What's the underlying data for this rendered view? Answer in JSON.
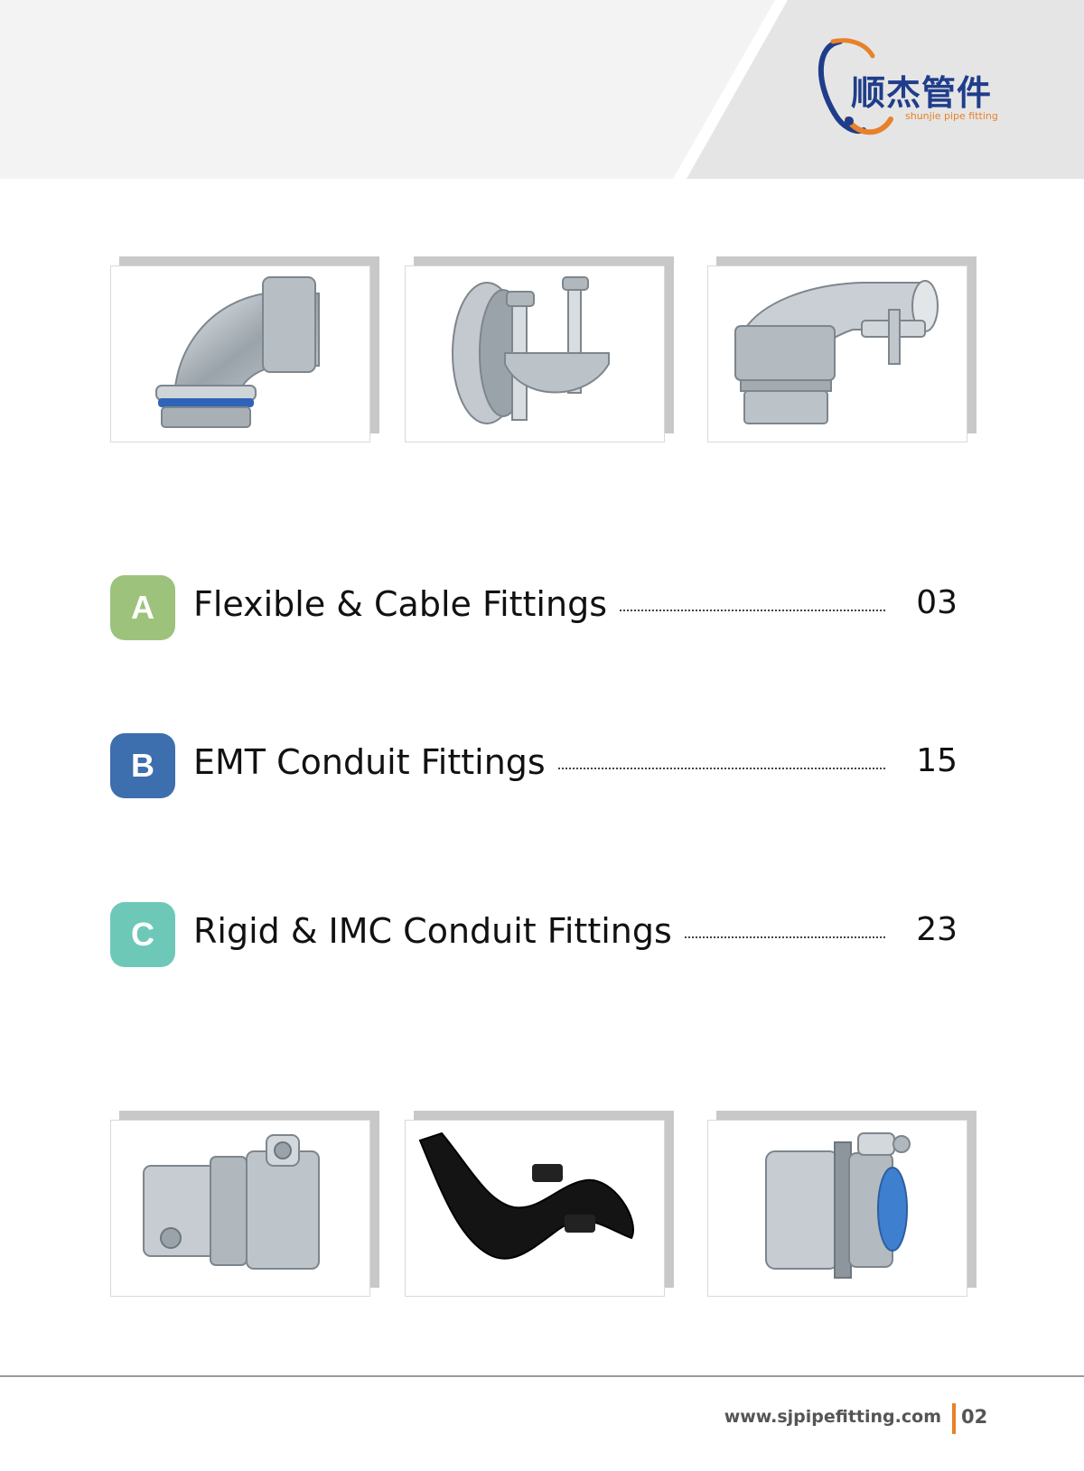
{
  "brand": {
    "name_cn": "顺杰管件",
    "name_en": "shunjie pipe fitting",
    "colors": {
      "blue": "#1f3d8a",
      "orange": "#e8812a"
    }
  },
  "toc": [
    {
      "letter": "A",
      "title": "Flexible & Cable Fittings",
      "page": "03",
      "color": "#9cc27c"
    },
    {
      "letter": "B",
      "title": "EMT Conduit Fittings",
      "page": "15",
      "color": "#3d6eae"
    },
    {
      "letter": "C",
      "title": "Rigid & IMC Conduit Fittings",
      "page": "23",
      "color": "#6ec8b7"
    }
  ],
  "photos": {
    "top": [
      "liquid-tight-90-elbow-connector-photo",
      "cable-clamp-connector-photo",
      "90-degree-squeeze-connector-photo"
    ],
    "bottom": [
      "set-screw-coupling-photo",
      "black-strap-fitting-photo",
      "hub-fitting-photo"
    ]
  },
  "footer": {
    "url": "www.sjpipefitting.com",
    "page_number": "02",
    "accent": "#e8812a"
  }
}
